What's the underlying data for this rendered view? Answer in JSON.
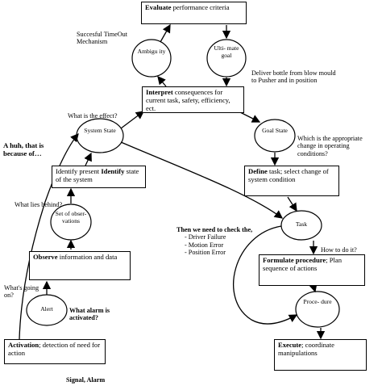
{
  "boxes": {
    "evaluate": {
      "key": "Evaluate",
      "rest": " performance criteria"
    },
    "interpret": {
      "key": "Interpret",
      "rest": " consequences for current task, safety, efficiency, ect."
    },
    "identify": {
      "pre": "Identify present ",
      "key": "Identify",
      "rest": " state of the system"
    },
    "observe": {
      "key": "Observe",
      "rest": " information and data"
    },
    "activation": {
      "key": "Activation",
      "rest": "; detection of need for action"
    },
    "define": {
      "key": "Define",
      "rest": " task; select change of system condition"
    },
    "formulate": {
      "key": "Formulate procedure",
      "rest": "; Plan sequence of actions"
    },
    "execute": {
      "key": "Execute",
      "rest": "; coordinate manipulations"
    }
  },
  "nodes": {
    "ambiguity": "Ambigu ity",
    "ultimate_goal": "Ulti- mate goal",
    "system_state": "System State",
    "goal_state": "Goal State",
    "set_of_observations": "Set of obser- vations",
    "alert": "Alert",
    "task": "Task",
    "procedure": "Proce- dure"
  },
  "annotations": {
    "timeout": "Succesful TimeOut Mechanism",
    "deliver": "Deliver bottle from blow mould to Pusher and in position",
    "effect": "What is the effect?",
    "ahuh": "A huh, that is because of…",
    "change": "Which is the appropriate change in operating conditions?",
    "behind": "What lies behind?",
    "check": "Then we need to check the,",
    "failures": [
      "Driver Failure",
      "Motion Error",
      "Position Error"
    ],
    "howto": "How to do it?",
    "going_on": "What's going on?",
    "alarm": "What alarm is activated?",
    "signal": "Signal, Alarm"
  }
}
